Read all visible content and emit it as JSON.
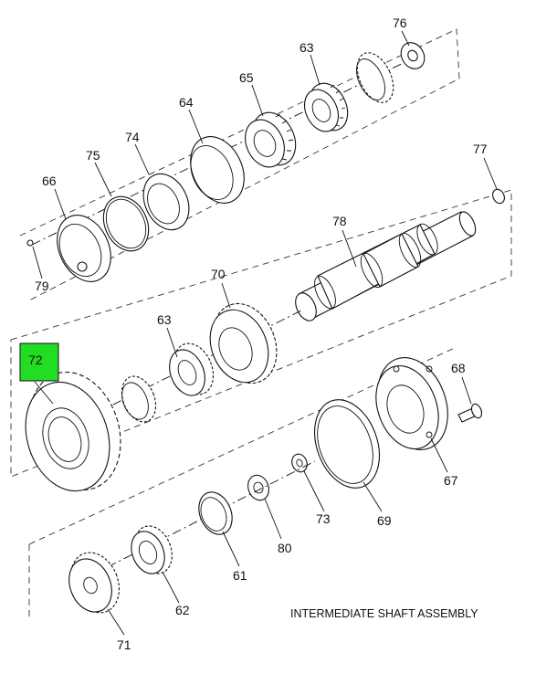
{
  "diagram": {
    "caption": "INTERMEDIATE SHAFT ASSEMBLY",
    "highlight_color": "#22dd22",
    "callouts": {
      "c76": "76",
      "c63a": "63",
      "c65": "65",
      "c64": "64",
      "c74": "74",
      "c75": "75",
      "c66": "66",
      "c79": "79",
      "c77": "77",
      "c78": "78",
      "c70": "70",
      "c63b": "63",
      "c72": "72",
      "c68": "68",
      "c67": "67",
      "c69": "69",
      "c73": "73",
      "c80": "80",
      "c61": "61",
      "c62": "62",
      "c71": "71"
    }
  }
}
